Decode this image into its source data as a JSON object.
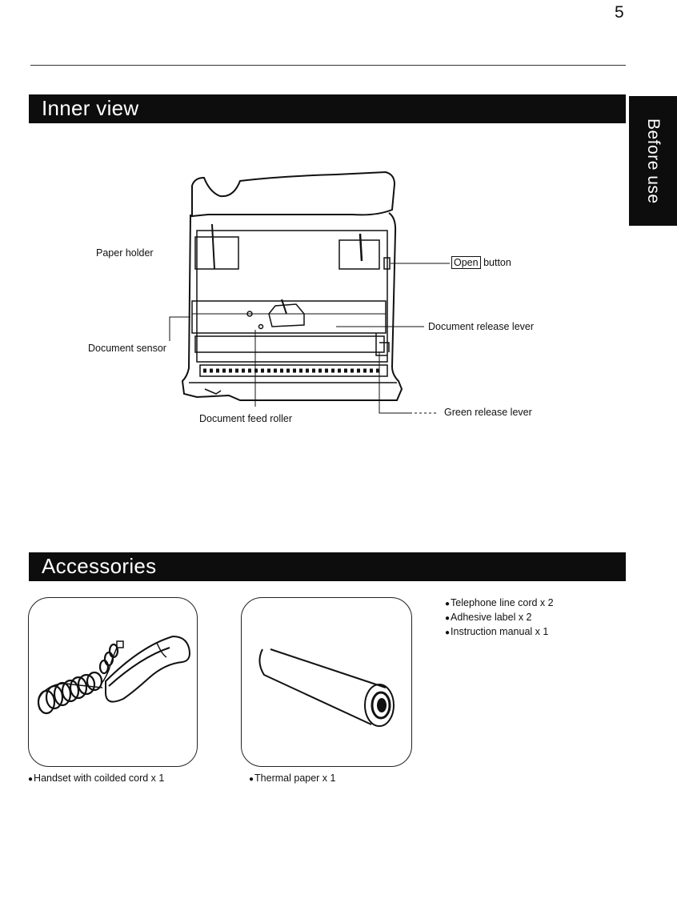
{
  "page_number": "5",
  "side_tab": "Before use",
  "inner_view": {
    "title": "Inner view",
    "callouts": {
      "paper_holder": "Paper holder",
      "open_key": "Open",
      "open_suffix": "button",
      "document_release_lever": "Document release lever",
      "document_sensor": "Document sensor",
      "document_feed_roller": "Document feed roller",
      "green_release_lever": "Green release lever"
    }
  },
  "accessories": {
    "title": "Accessories",
    "bullet": "●",
    "handset_caption": "Handset with coilded cord x 1",
    "thermal_caption": "Thermal paper x 1",
    "list": [
      "Telephone line cord x 2",
      "Adhesive label x 2",
      "Instruction manual x 1"
    ]
  }
}
